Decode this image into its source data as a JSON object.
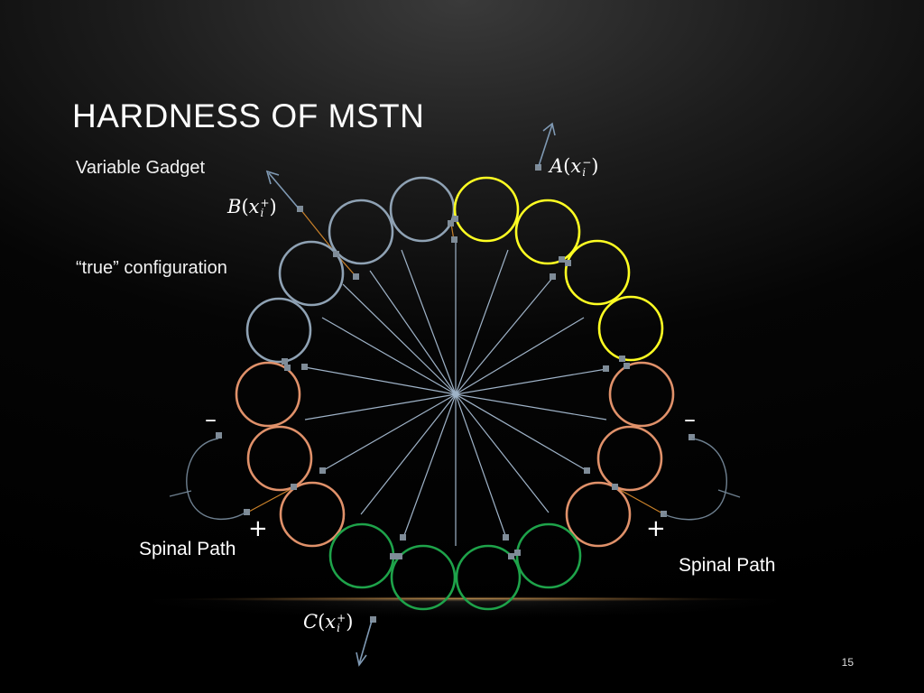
{
  "slide": {
    "title": "HARDNESS OF MSTN",
    "subtitle": "Variable Gadget",
    "configuration": "“true” configuration",
    "page_number": "15"
  },
  "labels": {
    "spinal_path_left": "Spinal Path",
    "spinal_path_right": "Spinal Path",
    "minus_left": "–",
    "minus_right": "–",
    "plus_left": "+",
    "plus_right": "+"
  },
  "math": {
    "A": {
      "fn": "A",
      "open": "(",
      "var": "x",
      "sup": "−",
      "sub": "i",
      "close": ")"
    },
    "B": {
      "fn": "B",
      "open": "(",
      "var": "x",
      "sup": "+",
      "sub": "i",
      "close": ")"
    },
    "C": {
      "fn": "C",
      "open": "(",
      "var": "x",
      "sup": "+",
      "sub": "i",
      "close": ")"
    }
  },
  "colors": {
    "gray_circle": "#8fa2b4",
    "yellow_circle": "#ffff22",
    "orange_circle": "#e0916a",
    "green_circle": "#1ea34a",
    "spoke": "#9fb3c8",
    "node": "#7f8c98",
    "edge": "#c9812a",
    "arrow": "#7f99b3",
    "glow": "#e8b56a"
  },
  "diagram": {
    "circles": [
      {
        "group": "gray"
      },
      {
        "group": "gray"
      },
      {
        "group": "gray"
      },
      {
        "group": "gray"
      },
      {
        "group": "yellow"
      },
      {
        "group": "yellow"
      },
      {
        "group": "yellow"
      },
      {
        "group": "yellow"
      },
      {
        "group": "orange"
      },
      {
        "group": "orange"
      },
      {
        "group": "orange"
      },
      {
        "group": "orange"
      },
      {
        "group": "orange"
      },
      {
        "group": "orange"
      },
      {
        "group": "green"
      },
      {
        "group": "green"
      },
      {
        "group": "green"
      },
      {
        "group": "green"
      }
    ]
  }
}
